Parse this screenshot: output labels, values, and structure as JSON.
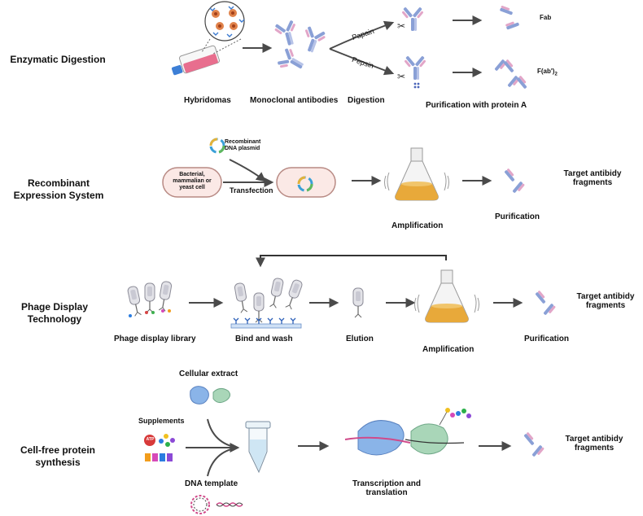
{
  "rows": {
    "enzymatic": {
      "title": "Enzymatic Digestion",
      "hybridomas": "Hybridomas",
      "monoclonal": "Monoclonal antibodies",
      "digestion": "Digestion",
      "papain": "Papain",
      "pepsin": "Pepsin",
      "purification": "Purification with protein A",
      "fab": "Fab",
      "fab2": "F(ab')",
      "fab2_sub": "2"
    },
    "recombinant": {
      "title_line1": "Recombinant",
      "title_line2": "Expression System",
      "plasmid_line1": "Recombinant",
      "plasmid_line2": "DNA plasmid",
      "cell": "Bacterial, mammalian or yeast cell",
      "transfection": "Transfection",
      "amplification": "Amplification",
      "purification": "Purification",
      "target_line1": "Target antibidy",
      "target_line2": "fragments"
    },
    "phage": {
      "title_line1": "Phage Display",
      "title_line2": "Technology",
      "library": "Phage display library",
      "bind_wash": "Bind and wash",
      "elution": "Elution",
      "amplification": "Amplification",
      "purification": "Purification",
      "target_line1": "Target antibidy",
      "target_line2": "fragments"
    },
    "cellfree": {
      "title_line1": "Cell-free protein",
      "title_line2": "synthesis",
      "cellular_extract": "Cellular extract",
      "supplements": "Supplements",
      "atp": "ATP",
      "dna_template": "DNA template",
      "transcription_line1": "Transcription and",
      "transcription_line2": "translation",
      "target_line1": "Target antibidy",
      "target_line2": "fragments"
    }
  },
  "colors": {
    "arrow": "#4a4a4a",
    "antibody_blue": "#8aa0d6",
    "antibody_pink": "#e2a6c8",
    "flask_liquid": "#e8a93a",
    "cell_fill": "#fbe9e6",
    "ribosome_blue": "#8ab4e8",
    "ribosome_green": "#a9d6b8"
  }
}
